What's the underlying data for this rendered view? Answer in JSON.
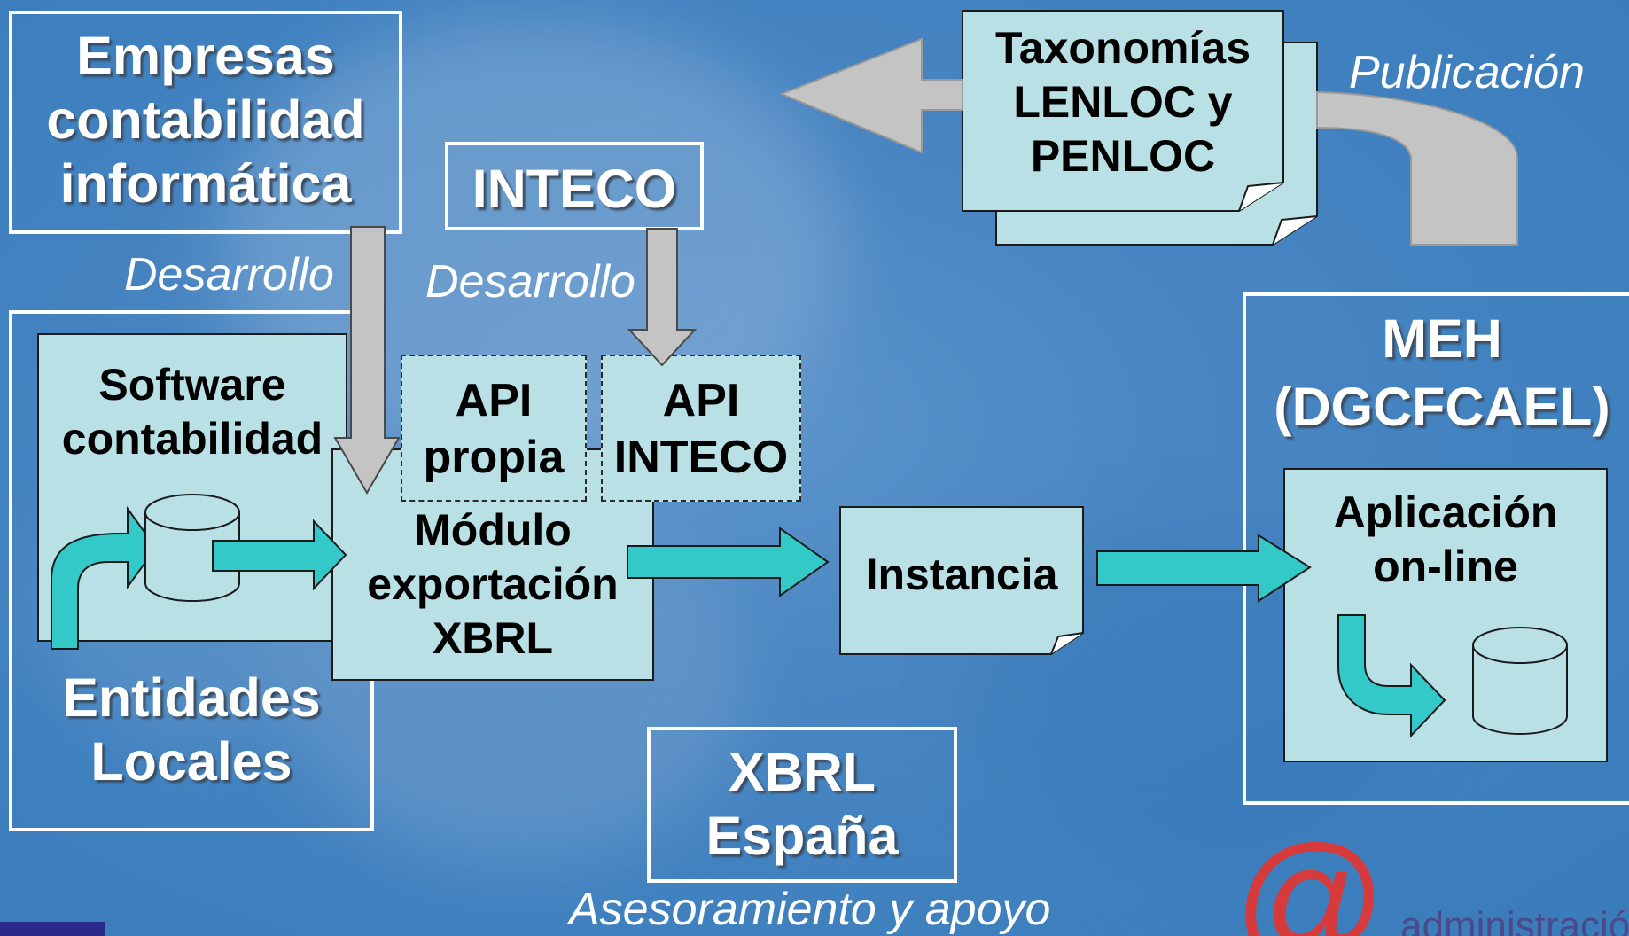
{
  "groups": {
    "empresas": "Empresas\ncontabilidad\ninformática",
    "inteco": "INTECO",
    "entidades": "Entidades\nLocales",
    "meh": "MEH\n(DGCFCAEL)",
    "xbrl_espana": "XBRL\nEspaña"
  },
  "boxes": {
    "software": "Software\ncontabilidad",
    "api_propia": "API\npropia",
    "api_inteco": "API\nINTECO",
    "modulo": "Módulo\nexportación\nXBRL",
    "instancia": "Instancia",
    "taxonomias": "Taxonomías\nLENLOC y\nPENLOC",
    "aplicacion": "Aplicación\non-line"
  },
  "labels": {
    "desarrollo_empresas": "Desarrollo",
    "desarrollo_inteco": "Desarrollo",
    "publicacion": "Publicación",
    "asesoramiento": "Asesoramiento y apoyo"
  },
  "branding": {
    "at_symbol": "@",
    "footer_text": "administració"
  },
  "colors": {
    "background": "#3f80bf",
    "box_fill": "#b9e0e5",
    "flow_arrow": "#33c9c9",
    "gray_arrow": "#c4c4c4",
    "logo_red": "#d63a3a"
  },
  "icons": [
    "database-icon",
    "curved-arrow-icon"
  ]
}
